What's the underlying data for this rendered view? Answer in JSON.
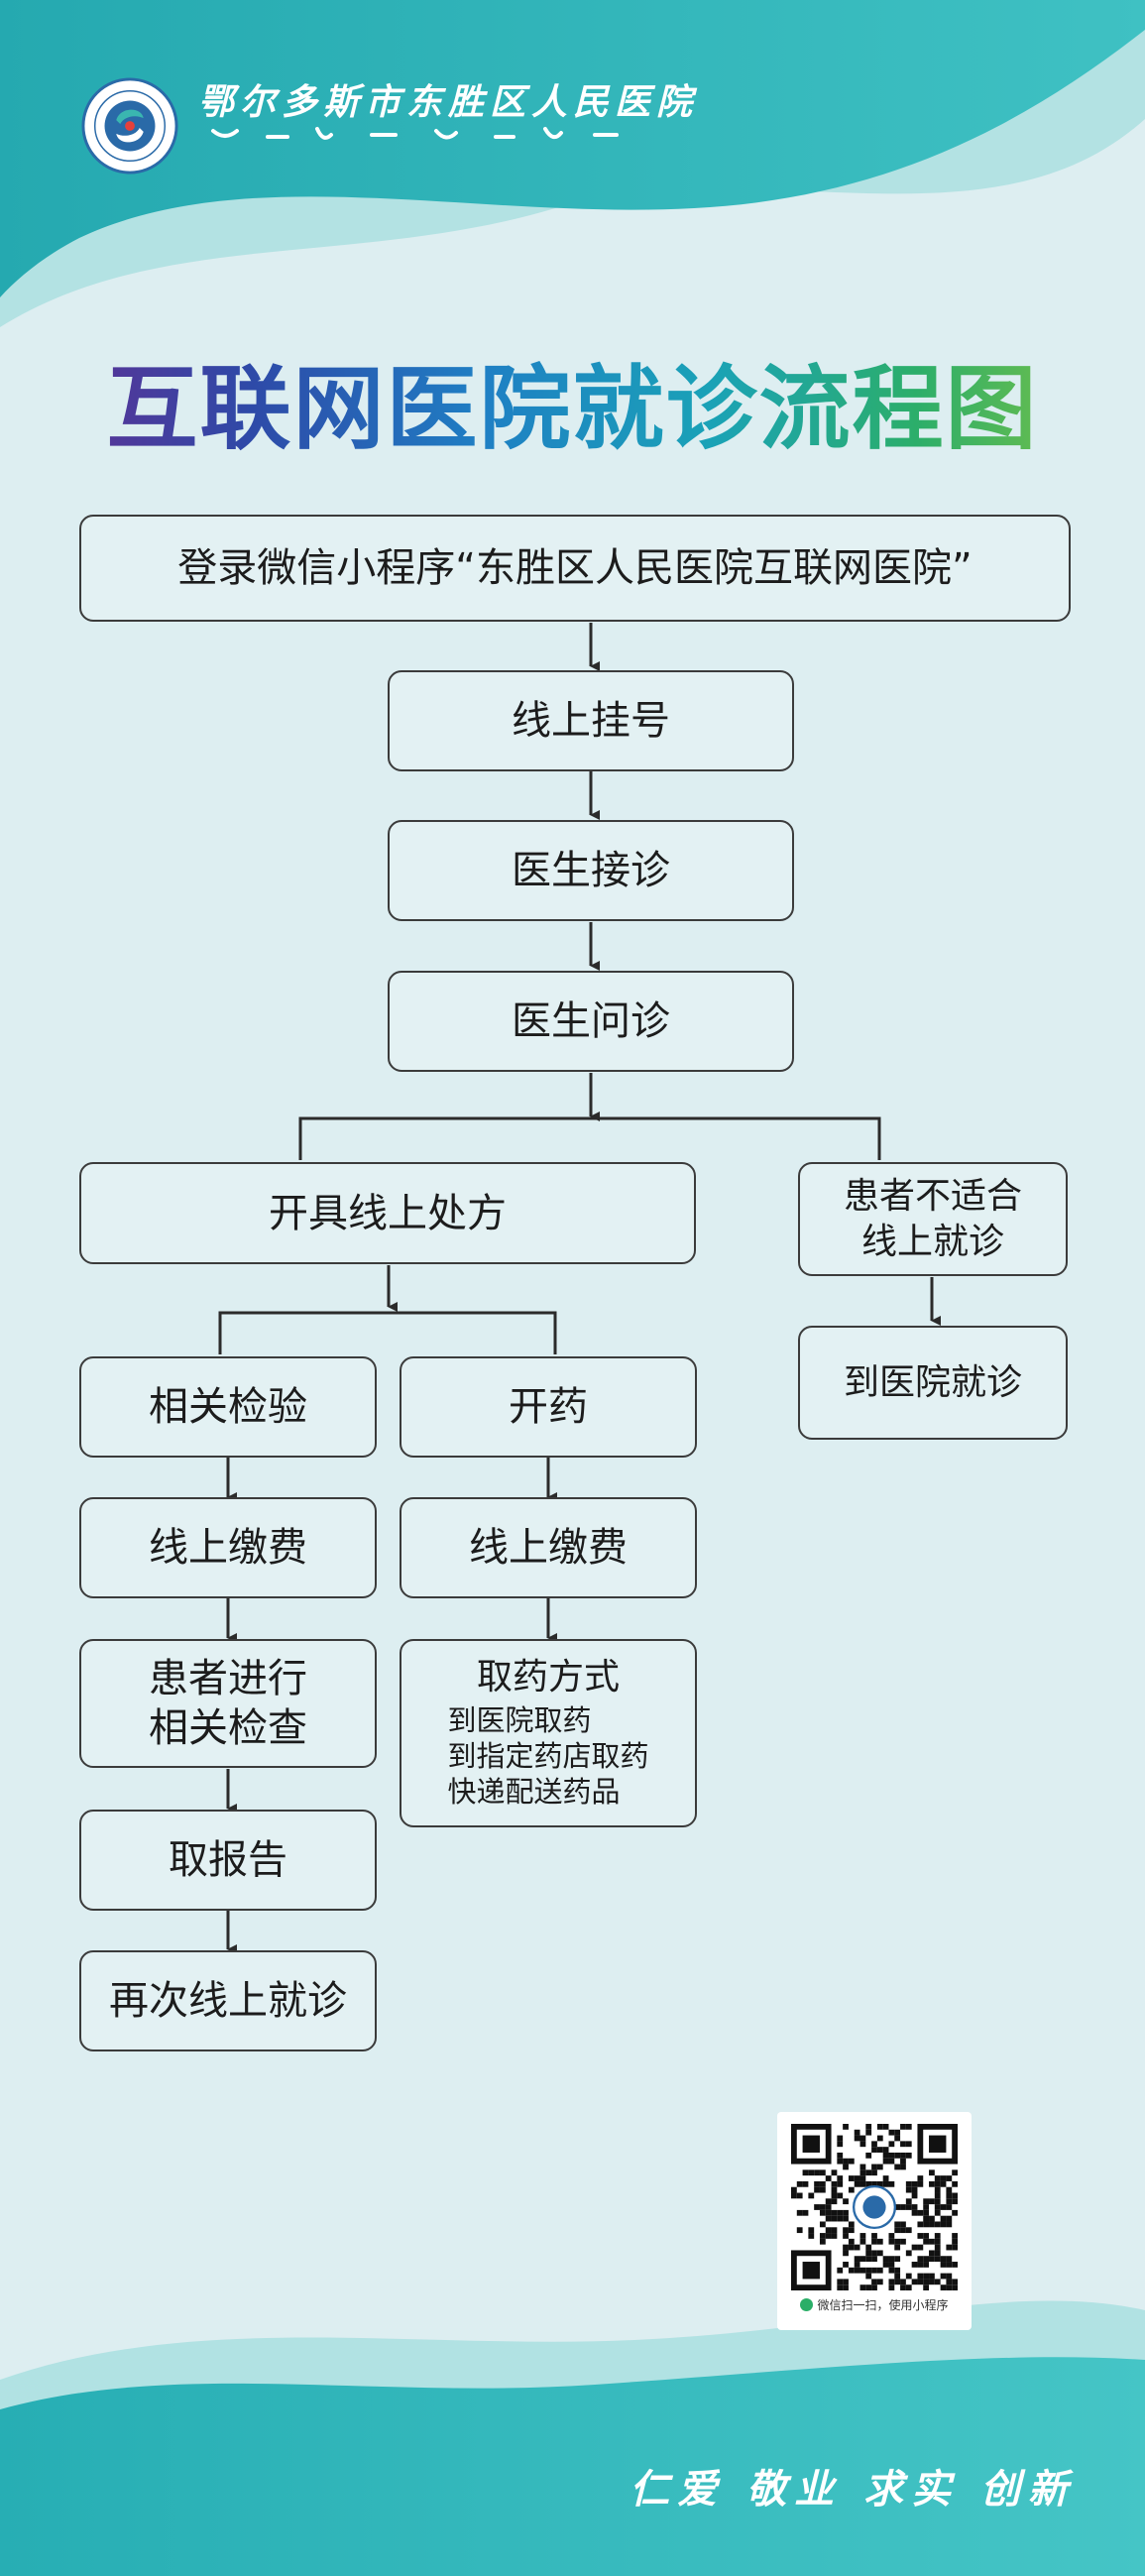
{
  "header": {
    "hospital_name": "鄂尔多斯市东胜区人民医院"
  },
  "title": "互联网医院就诊流程图",
  "flow": {
    "login": "登录微信小程序“东胜区人民医院互联网医院”",
    "register": "线上挂号",
    "accept": "医生接诊",
    "consult": "医生问诊",
    "prescribe": "开具线上处方",
    "unsuitable": [
      "患者不适合",
      "线上就诊"
    ],
    "go_hospital": "到医院就诊",
    "tests": "相关检验",
    "medicine": "开药",
    "pay_left": "线上缴费",
    "pay_right": "线上缴费",
    "do_tests": [
      "患者进行",
      "相关检查"
    ],
    "pickup": {
      "heading": "取药方式",
      "options": [
        "到医院取药",
        "到指定药店取药",
        "快递配送药品"
      ]
    },
    "report": "取报告",
    "revisit": "再次线上就诊"
  },
  "qr": {
    "caption": "微信扫一扫，使用小程序"
  },
  "slogan": "仁爱  敬业  求实  创新",
  "colors": {
    "teal": "#2fb6bb",
    "box_border": "#3b3b3b",
    "box_fill": "#e3f1f3",
    "background": "#ddeef1"
  }
}
